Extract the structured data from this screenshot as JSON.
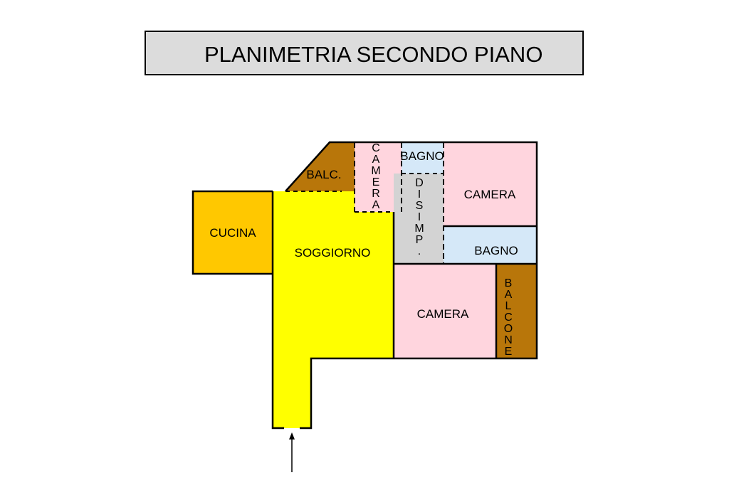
{
  "title": "PLANIMETRIA SECONDO PIANO",
  "colors": {
    "living": "#ffff00",
    "kitchen": "#ffc800",
    "balcony": "#b8760a",
    "bedroom": "#ffd5de",
    "bathroom": "#d5e8f8",
    "hallway": "#d3d3d3",
    "title_bg": "#dcdcdc"
  },
  "rooms": {
    "cucina": "CUCINA",
    "soggiorno": "SOGGIORNO",
    "balc_small": "BALC.",
    "camera_small": [
      "C",
      "A",
      "M",
      "E",
      "R",
      "A"
    ],
    "bagno_top": "BAGNO",
    "disimp": [
      "D",
      "I",
      "S",
      "I",
      "M",
      "P",
      "."
    ],
    "camera_top_right": "CAMERA",
    "bagno_right": "BAGNO",
    "camera_bottom": "CAMERA",
    "balcone": [
      "B",
      "A",
      "L",
      "C",
      "O",
      "N",
      "E"
    ]
  },
  "entrance_icon": "up-arrow-icon"
}
